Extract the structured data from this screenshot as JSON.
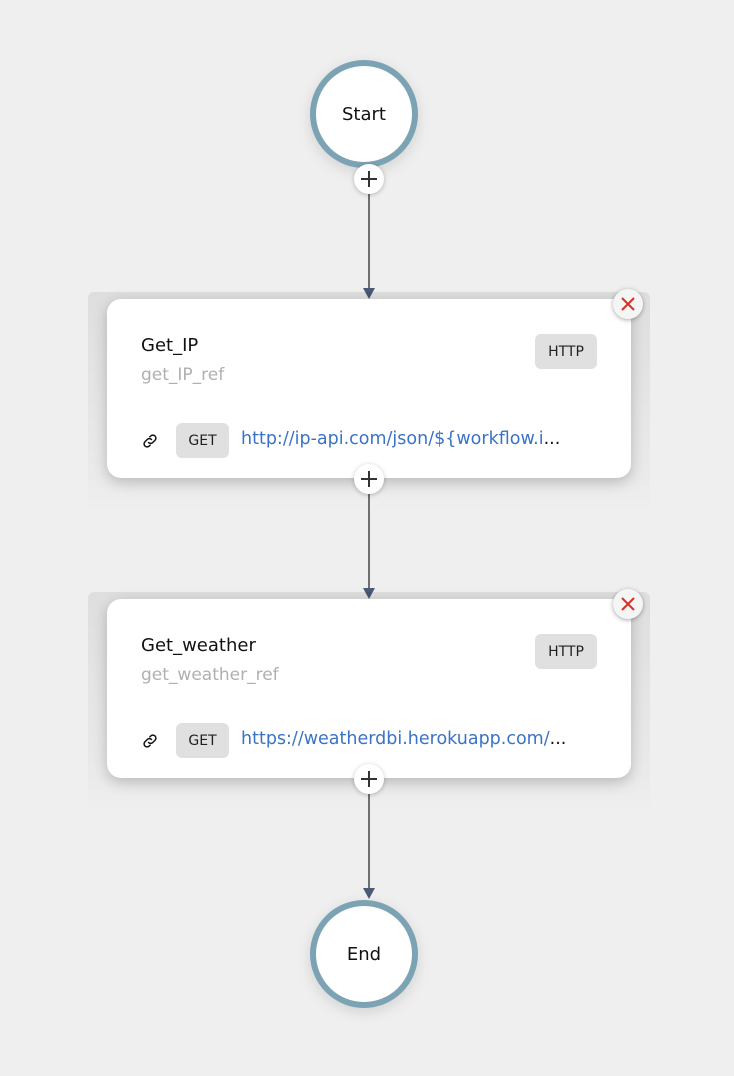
{
  "workflow": {
    "start": {
      "label": "Start"
    },
    "end": {
      "label": "End"
    },
    "tasks": [
      {
        "name": "Get_IP",
        "ref": "get_IP_ref",
        "type": "HTTP",
        "method": "GET",
        "url": "http://ip-api.com/json/${workflow.i",
        "ellipsis": "..."
      },
      {
        "name": "Get_weather",
        "ref": "get_weather_ref",
        "type": "HTTP",
        "method": "GET",
        "url": "https://weatherdbi.herokuapp.com/",
        "ellipsis": "..."
      }
    ]
  },
  "icons": {
    "add": "plus-icon",
    "remove": "close-icon",
    "link": "link-icon"
  },
  "colors": {
    "background": "#efefef",
    "terminal_ring": "#7ba3b4",
    "arrow": "#4b5a76",
    "url": "#3a73c6",
    "remove_x": "#d93025",
    "badge_bg": "#e0e0e0"
  }
}
